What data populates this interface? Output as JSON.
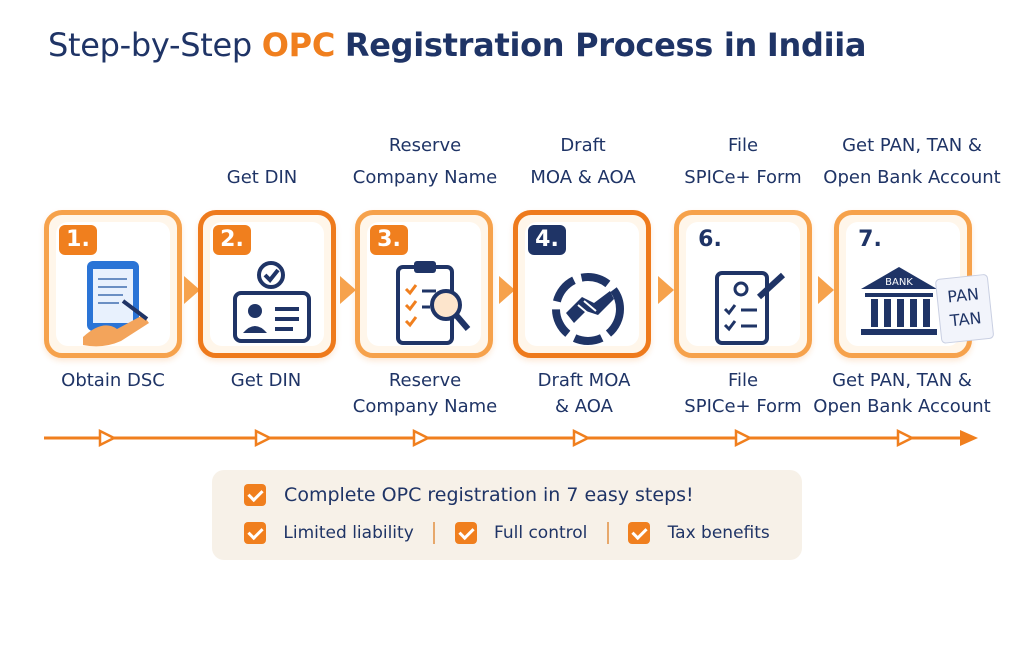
{
  "title": {
    "prefix": "Step-by-Step",
    "accent": "OPC",
    "middle": "Registration Process in",
    "country": "Indiia"
  },
  "steps": [
    {
      "number": "1.",
      "top_label": [],
      "bottom_label": [
        "Obtain DSC"
      ],
      "icon": "tablet-sign-icon"
    },
    {
      "number": "2.",
      "top_label": [
        "Get DIN"
      ],
      "bottom_label": [
        "Get DIN"
      ],
      "icon": "id-card-check-icon"
    },
    {
      "number": "3.",
      "top_label": [
        "Reserve",
        "Company Name"
      ],
      "bottom_label": [
        "Reserve",
        "Company Name"
      ],
      "icon": "clipboard-search-icon"
    },
    {
      "number": "4.",
      "top_label": [
        "Draft",
        "MOA & AOA"
      ],
      "bottom_label": [
        "Draft MOA",
        "& AOA"
      ],
      "icon": "handshake-icon"
    },
    {
      "number": "6.",
      "top_label": [
        "File",
        "SPICe+ Form"
      ],
      "bottom_label": [
        "File",
        "SPICe+ Form"
      ],
      "icon": "form-checklist-icon"
    },
    {
      "number": "7.",
      "top_label": [
        "Get PAN, TAN &",
        "Open Bank Account"
      ],
      "bottom_label": [
        "Get PAN, TAN &",
        "Open Bank Account"
      ],
      "icon": "bank-pan-tan-icon",
      "bank_text": "BANK",
      "pan_text": "PAN",
      "tan_text": "TAN"
    }
  ],
  "benefits": {
    "headline": "Complete OPC registration in 7 easy steps!",
    "items": [
      "Limited liability",
      "Full control",
      "Tax benefits"
    ]
  },
  "colors": {
    "accent": "#f07f1e",
    "navy": "#1f3466",
    "card_border": "#f6a24c",
    "panel": "#f7f1e8"
  }
}
